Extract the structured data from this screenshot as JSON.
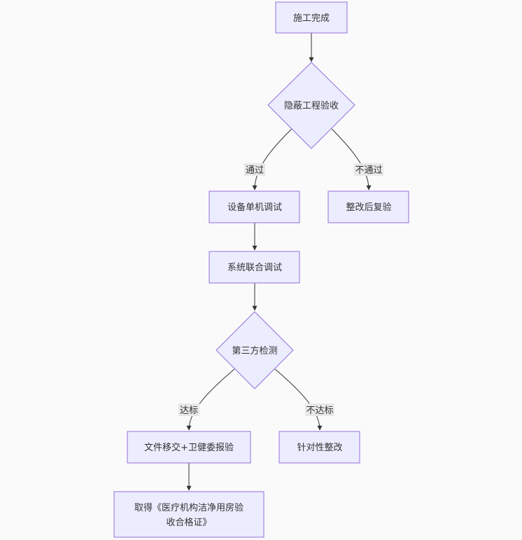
{
  "nodes": {
    "start": "施工完成",
    "hidden_check": "隐蔽工程验收",
    "single_debug": "设备单机调试",
    "rectify_recheck": "整改后复验",
    "joint_debug": "系统联合调试",
    "third_party_test": "第三方检测",
    "submit_docs": "文件移交+卫健委报验",
    "targeted_fix": "针对性整改",
    "certificate_line1": "取得《医疗机构洁净用房验",
    "certificate_line2": "收合格证》"
  },
  "edges": {
    "pass": "通过",
    "fail": "不通过",
    "qualified": "达标",
    "unqualified": "不达标"
  },
  "colors": {
    "node_fill": "#ececff",
    "node_stroke": "#9370db",
    "edge": "#333333",
    "label_bg": "#e8e8e8"
  }
}
